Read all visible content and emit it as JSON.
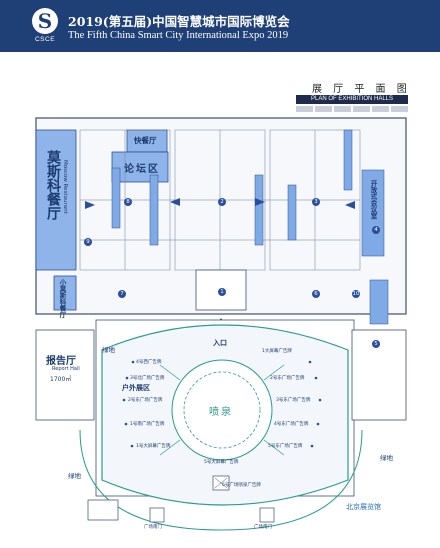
{
  "header": {
    "logo_text": "CSCE",
    "title": "2019(第五届)中国智慧城市国际博览会",
    "subtitle": "The Fifth China Smart City International Expo 2019"
  },
  "plan": {
    "title": "展 厅 平 面 图",
    "subtitle": "PLAN OF EXHIBITION HALLS"
  },
  "areas": {
    "restaurant_main": "莫斯科餐厅",
    "restaurant_main_en": "Moscow Restaurant",
    "fast_food": "快餐厅",
    "forum": "论坛区",
    "small_restaurant": "小莫斯科餐厅",
    "report_hall": "报告厅",
    "report_hall_en": "Report Hall",
    "report_hall_area": "1700㎡",
    "open_meeting": "开放式会议室",
    "entrance": "入口",
    "outdoor": "户外展区",
    "fountain": "喷泉",
    "green_left": "绿地",
    "green_right": "绿地",
    "green_bottom": "绿地",
    "gate": "广场南门"
  },
  "halls": [
    "1",
    "2",
    "3",
    "4",
    "5",
    "6",
    "7",
    "8",
    "9",
    "10"
  ],
  "ads_left": [
    "4号西广告牌",
    "3号北广场广告牌",
    "2号东广场广告牌",
    "1号南广场广告牌",
    "1号大屏幕广告牌"
  ],
  "ads_right": [
    "1大屏幕广告牌",
    "2号东广场广告牌",
    "3号东广场广告牌",
    "4号东广场广告牌",
    "5号东广场广告牌"
  ],
  "ads_center": [
    "5号大屏幕广告牌",
    "6号广场喷泉广告牌"
  ],
  "brand": "北京展览馆",
  "colors": {
    "header_bg": "#1f3f77",
    "hall_blue": "#7faae6",
    "line": "#2a4f9a",
    "green": "#2b9c8f"
  }
}
